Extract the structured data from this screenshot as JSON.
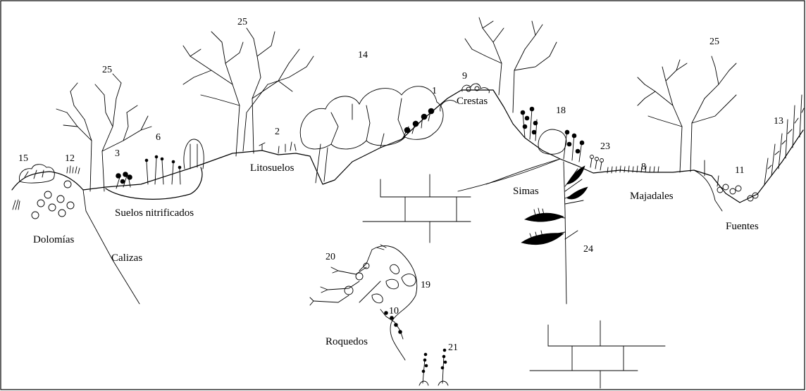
{
  "habitats": {
    "dolomias": "Dolomías",
    "calizas": "Calizas",
    "suelos_nitrificados": "Suelos nitrificados",
    "litosuelos": "Litosuelos",
    "crestas": "Crestas",
    "simas": "Simas",
    "majadales": "Majadales",
    "fuentes": "Fuentes",
    "roquedos": "Roquedos"
  },
  "species_numbers": {
    "n1": "1",
    "n2": "2",
    "n3": "3",
    "n6": "6",
    "n8": "8",
    "n9": "9",
    "n10": "10",
    "n11": "11",
    "n12": "12",
    "n13": "13",
    "n14": "14",
    "n15": "15",
    "n18": "18",
    "n19": "19",
    "n20": "20",
    "n21": "21",
    "n23": "23",
    "n24": "24",
    "n25a": "25",
    "n25b": "25",
    "n25c": "25"
  }
}
